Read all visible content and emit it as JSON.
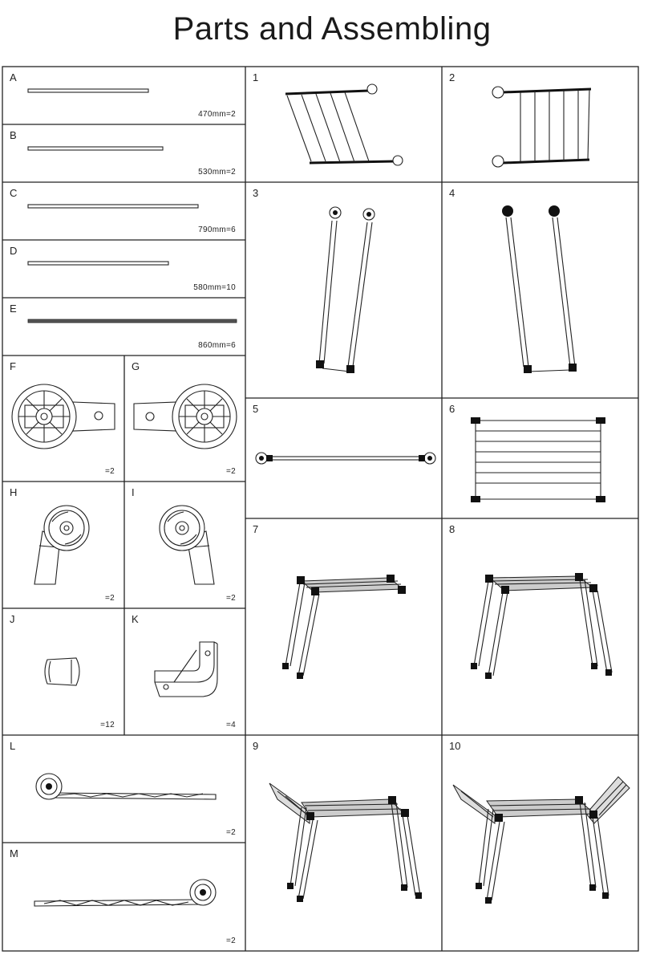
{
  "title": "Parts and Assembling",
  "parts": [
    {
      "id": "A",
      "qty": "470mm=2"
    },
    {
      "id": "B",
      "qty": "530mm=2"
    },
    {
      "id": "C",
      "qty": "790mm=6"
    },
    {
      "id": "D",
      "qty": "580mm=10"
    },
    {
      "id": "E",
      "qty": "860mm=6"
    },
    {
      "id": "F",
      "qty": "=2"
    },
    {
      "id": "G",
      "qty": "=2"
    },
    {
      "id": "H",
      "qty": "=2"
    },
    {
      "id": "I",
      "qty": "=2"
    },
    {
      "id": "J",
      "qty": "=12"
    },
    {
      "id": "K",
      "qty": "=4"
    },
    {
      "id": "L",
      "qty": "=2"
    },
    {
      "id": "M",
      "qty": "=2"
    }
  ],
  "steps": [
    "1",
    "2",
    "3",
    "4",
    "5",
    "6",
    "7",
    "8",
    "9",
    "10"
  ]
}
